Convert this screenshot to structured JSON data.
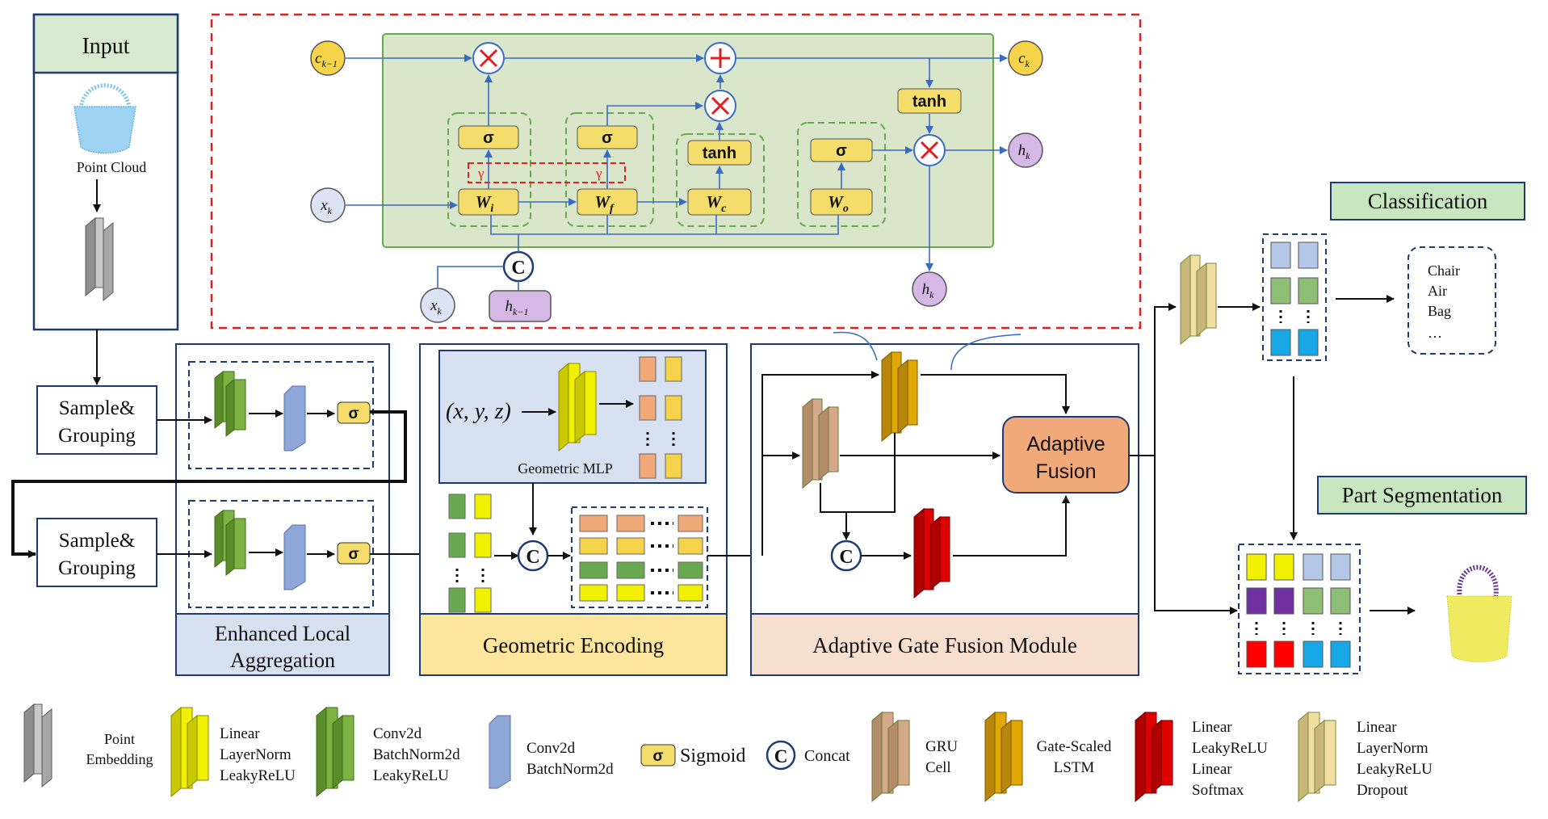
{
  "input": {
    "title": "Input",
    "point_cloud_label": "Point Cloud"
  },
  "sample_grouping_1": {
    "line1": "Sample&",
    "line2": "Grouping"
  },
  "sample_grouping_2": {
    "line1": "Sample&",
    "line2": "Grouping"
  },
  "lstm": {
    "c_prev": "c",
    "c_prev_sub": "k−1",
    "c_next": "c",
    "c_next_sub": "k",
    "x_in": "x",
    "x_in_sub": "k",
    "x_bottom": "x",
    "x_bottom_sub": "k",
    "h_prev": "h",
    "h_prev_sub": "k−1",
    "h_out_right": "h",
    "h_out_right_sub": "k",
    "h_out_bottom": "h",
    "h_out_bottom_sub": "k",
    "sigma": "σ",
    "tanh": "tanh",
    "gamma": "γ",
    "w_i": "W",
    "w_i_sub": "i",
    "w_f": "W",
    "w_f_sub": "f",
    "w_c": "W",
    "w_c_sub": "c",
    "w_o": "W",
    "w_o_sub": "o",
    "concat": "C"
  },
  "enhanced_local": {
    "title_line1": "Enhanced Local",
    "title_line2": "Aggregation"
  },
  "geometric_encoding": {
    "title": "Geometric Encoding",
    "xyz": "(x, y, z)",
    "mlp_label": "Geometric MLP",
    "concat": "C"
  },
  "adaptive_gate": {
    "title": "Adaptive Gate Fusion Module",
    "fusion_line1": "Adaptive",
    "fusion_line2": "Fusion",
    "concat": "C"
  },
  "classification": {
    "title": "Classification",
    "classes": [
      "Chair",
      "Air",
      "Bag",
      "…"
    ]
  },
  "part_segmentation": {
    "title": "Part Segmentation"
  },
  "legend": {
    "point_embedding": [
      "Point",
      "Embedding"
    ],
    "linear_block": [
      "Linear",
      "LayerNorm",
      "LeakyReLU"
    ],
    "conv_block": [
      "Conv2d",
      "BatchNorm2d",
      "LeakyReLU"
    ],
    "conv_bn": [
      "Conv2d",
      "BatchNorm2d"
    ],
    "sigmoid": "Sigmoid",
    "sigmoid_symbol": "σ",
    "concat": "Concat",
    "concat_symbol": "C",
    "gru": [
      "GRU",
      "Cell"
    ],
    "gate_lstm": [
      "Gate-Scaled",
      "LSTM"
    ],
    "red_block": [
      "Linear",
      "LeakyReLU",
      "Linear",
      "Softmax"
    ],
    "tan_block": [
      "Linear",
      "LayerNorm",
      "LeakyReLU",
      "Dropout"
    ]
  },
  "colors": {
    "frame_blue": "#1f3b73",
    "input_header": "#d8ead0",
    "green_lstm": "#d9e6c9",
    "yellow_gate": "#f5dd6b",
    "enhanced_bg": "#d7e1f2",
    "geo_bg": "#fce59c",
    "adaptive_bg": "#f8e0d0",
    "fusion_fill": "#f2a97a",
    "label_green": "#c8e6c0",
    "red_dashed": "#e02020"
  }
}
